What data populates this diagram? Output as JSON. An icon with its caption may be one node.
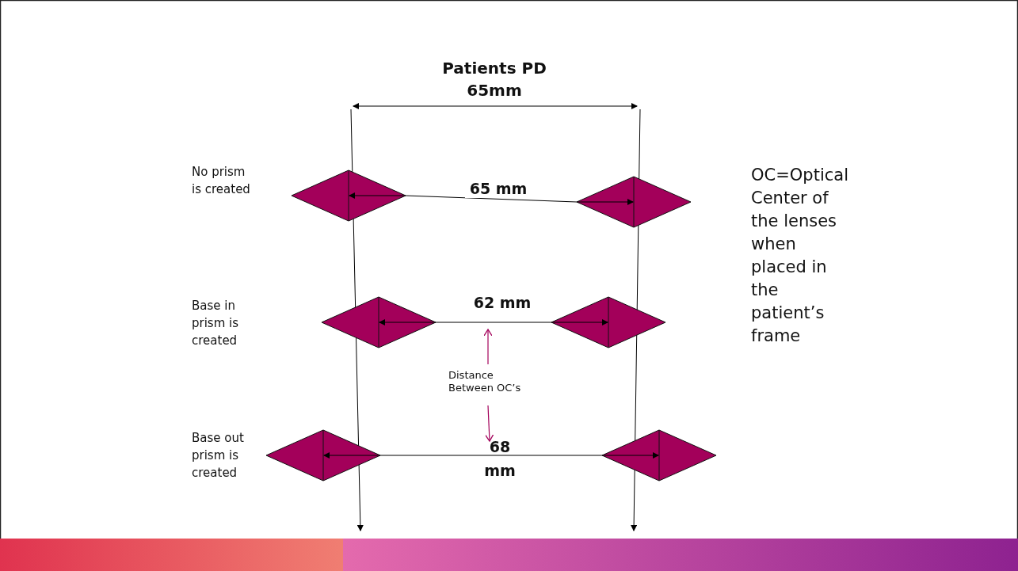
{
  "diagram": {
    "nodes": [
      {
        "text": [],
        "shape": "diamond"
      },
      {
        "text": [],
        "shape": "diamond"
      },
      {
        "text": [],
        "shape": "diamond"
      },
      {
        "text": [],
        "shape": "diamond"
      },
      {
        "text": [],
        "shape": "diamond"
      },
      {
        "text": [],
        "shape": "diamond"
      },
      {
        "text": [
          "Distance Between OC’s"
        ]
      }
    ],
    "edges": [
      {
        "from": 0,
        "to": 1,
        "arrow": "none",
        "label": "65 mm"
      },
      {
        "from": 2,
        "to": 3,
        "arrow": "none",
        "label": "62 mm"
      },
      {
        "from": 4,
        "to": 5,
        "arrow": "none",
        "label": "68 mm"
      },
      {
        "from": 6,
        "to": null,
        "arrow": "to",
        "color": "#a3005a"
      },
      {
        "from": 6,
        "to": null,
        "arrow": "to",
        "color": "#a3005a"
      }
    ],
    "labels": [
      "Patients PD 65mm",
      "No prism is created",
      "OC=Optical Center of the lenses when placed in the patient’s frame",
      "Base in prism is created",
      "Base out prism is created"
    ]
  }
}
